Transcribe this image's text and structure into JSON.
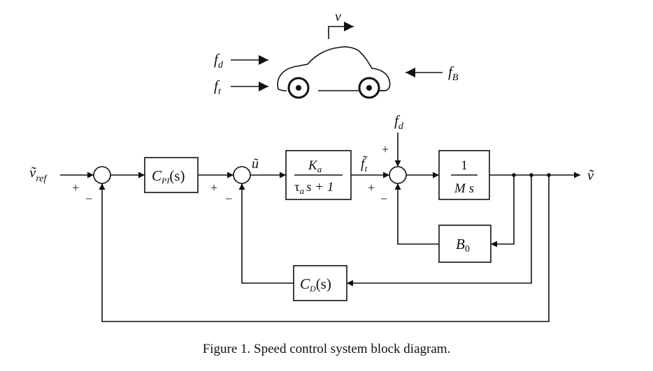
{
  "car": {
    "velocity": "v",
    "force_d": "f",
    "force_d_sub": "d",
    "force_t": "f",
    "force_t_sub": "t",
    "force_B": "f",
    "force_B_sub": "B"
  },
  "diagram": {
    "input": "ṽ",
    "input_sub": "ref",
    "controller_pi": {
      "main": "C",
      "sub": "PI",
      "arg": "(s)"
    },
    "signal_u": "ũ",
    "actuator": {
      "num_main": "K",
      "num_sub": "a",
      "den_tau": "τ",
      "den_tau_sub": "a",
      "den_rest": "s + 1"
    },
    "signal_f": "f̃",
    "signal_f_sub": "t",
    "disturbance": "f",
    "disturbance_sub": "d",
    "plant": {
      "num": "1",
      "den": "M s"
    },
    "friction": {
      "main": "B",
      "sub": "0"
    },
    "controller_d": {
      "main": "C",
      "sub": "D",
      "arg": "(s)"
    },
    "output": "ṽ",
    "plus": "+",
    "minus": "−"
  },
  "caption": "Figure 1.  Speed control system block diagram."
}
